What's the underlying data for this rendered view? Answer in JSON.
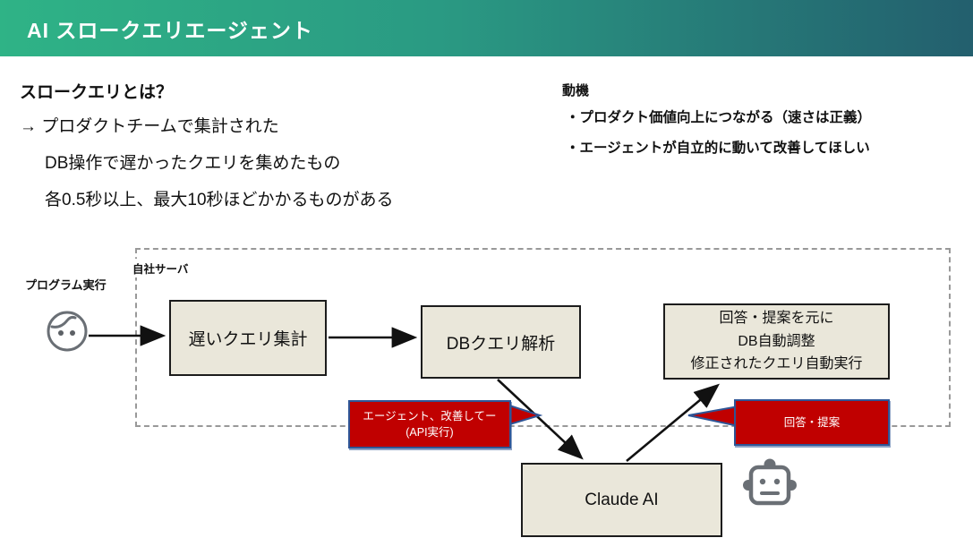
{
  "slide": {
    "title": "AI スロークエリエージェント"
  },
  "intro": {
    "heading": "スロークエリとは？",
    "line1": "→ プロダクトチームで集計された",
    "line2": "DB操作で遅かったクエリを集めたもの",
    "line3": "各0.5秒以上、最大10秒ほどかかるものがある"
  },
  "motivation": {
    "heading": "動機",
    "bullet1": "・プロダクト価値向上につながる（速さは正義）",
    "bullet2": "・エージェントが自立的に動いて改善してほしい"
  },
  "diagram": {
    "server_label": "自社サーバ",
    "user_label": "プログラム実行",
    "box_slow_query": "遅いクエリ集計",
    "box_db_analysis": "DBクエリ解析",
    "box_auto_tune": [
      "回答・提案を元に",
      "DB自動調整",
      "修正されたクエリ自動実行"
    ],
    "box_claude": "Claude AI",
    "callout_request": [
      "エージェント、改善してー",
      "(API実行)"
    ],
    "callout_response": "回答・提案",
    "icons": {
      "user": "user-face-icon",
      "robot": "robot-icon"
    }
  },
  "colors": {
    "header_gradient_start": "#2fb386",
    "header_gradient_end": "#235f6e",
    "title_text": "#ffffff",
    "box_fill": "#eae7da",
    "box_border": "#1c1c1c",
    "callout_fill": "#c00000",
    "callout_border": "#2e5596",
    "dashed_border": "#999999",
    "icon_gray": "#6a6f75",
    "arrow": "#111111"
  }
}
